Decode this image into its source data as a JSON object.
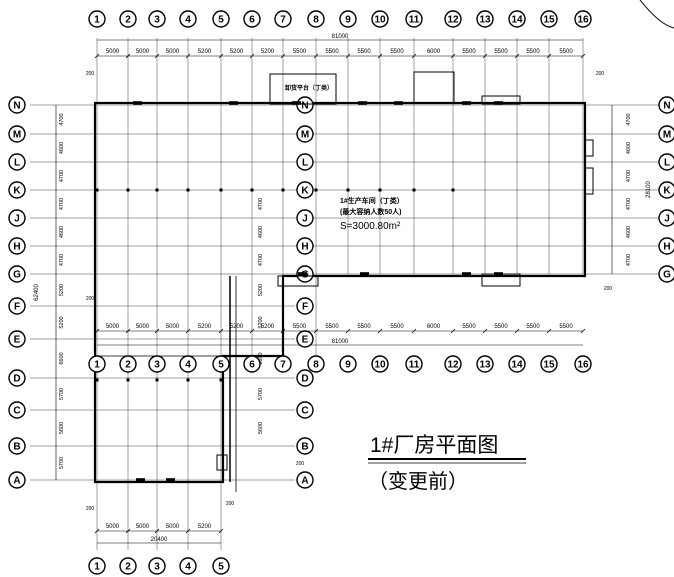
{
  "drawing_title": "1#厂房平面图",
  "drawing_subtitle": "（变更前）",
  "building_label": {
    "line1": "1#生产车间（丁类）",
    "line2": "(最大容纳人数50人)",
    "area": "S=3000.80m²"
  },
  "platform_label": "卸货平台（丁类）",
  "grid": {
    "top_numbers": [
      "1",
      "2",
      "3",
      "4",
      "5",
      "6",
      "7",
      "8",
      "9",
      "10",
      "11",
      "12",
      "13",
      "14",
      "15",
      "16"
    ],
    "mid_numbers": [
      "1",
      "2",
      "3",
      "4",
      "5",
      "6",
      "7",
      "8",
      "9",
      "10",
      "11",
      "12",
      "13",
      "14",
      "15",
      "16"
    ],
    "bottom_numbers": [
      "1",
      "2",
      "3",
      "4",
      "5"
    ],
    "upper_letters": [
      "N",
      "M",
      "L",
      "K",
      "J",
      "H",
      "G"
    ],
    "side_letters_left": [
      "N",
      "M",
      "L",
      "K",
      "J",
      "H",
      "G",
      "F",
      "E",
      "D",
      "C",
      "B",
      "A"
    ],
    "side_letters_middle": [
      "N",
      "M",
      "L",
      "K",
      "J",
      "H",
      "G",
      "F",
      "E",
      "D",
      "C",
      "B",
      "A"
    ]
  },
  "dimensions": {
    "top_spans": [
      "5000",
      "5000",
      "5000",
      "5200",
      "5200",
      "5200",
      "5500",
      "5500",
      "5500",
      "5500",
      "6000",
      "5500",
      "5500",
      "5500",
      "5500"
    ],
    "top_total": "81000",
    "mid_spans": [
      "5000",
      "5000",
      "5000",
      "5200",
      "5200",
      "5200",
      "5500",
      "5500",
      "5500",
      "5500",
      "6000",
      "5500",
      "5500",
      "5500",
      "5500"
    ],
    "mid_total": "81000",
    "bottom_spans": [
      "5000",
      "5000",
      "5000",
      "5200"
    ],
    "bottom_total": "20400",
    "left_spans": [
      "4700",
      "4600",
      "4700",
      "4700",
      "4600",
      "4700",
      "5200",
      "5200",
      "6600",
      "5700",
      "5600",
      "5700"
    ],
    "left_total": "62400",
    "right_spans": [
      "4700",
      "4600",
      "4700",
      "4700",
      "4600",
      "4700"
    ],
    "right_total": "28100",
    "side_offset": "200"
  }
}
